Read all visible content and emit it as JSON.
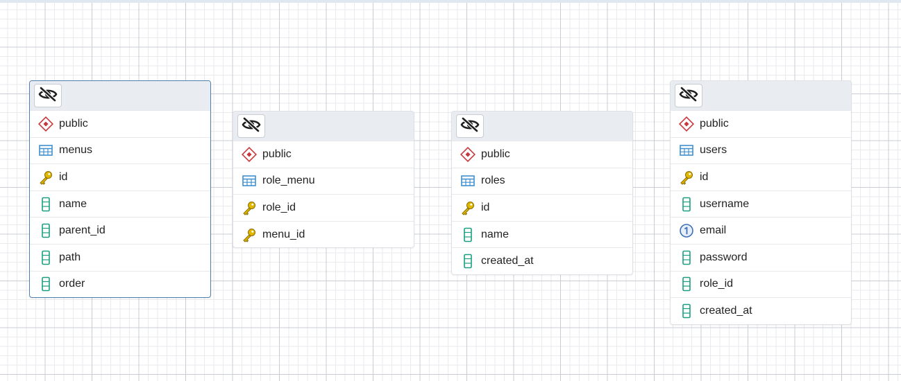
{
  "canvas": {
    "background": "#ffffff",
    "grid_color": "#c9cdd3"
  },
  "colors": {
    "schema": "#c8373a",
    "table": "#3d8fd1",
    "key": "#e0b800",
    "column": "#1a9e80",
    "unique": "#3c6fb8",
    "header": "#e9ecf0",
    "selected_border": "#4f7fae"
  },
  "nodes": [
    {
      "id": "menus",
      "selected": true,
      "header_icon": "eye-slash-icon",
      "rows": [
        {
          "icon": "schema-icon",
          "text": "public"
        },
        {
          "icon": "table-icon",
          "text": "menus"
        },
        {
          "icon": "key-icon",
          "text": "id"
        },
        {
          "icon": "column-icon",
          "text": "name"
        },
        {
          "icon": "column-icon",
          "text": "parent_id"
        },
        {
          "icon": "column-icon",
          "text": "path"
        },
        {
          "icon": "column-icon",
          "text": "order"
        }
      ]
    },
    {
      "id": "role_menu",
      "selected": false,
      "header_icon": "eye-slash-icon",
      "rows": [
        {
          "icon": "schema-icon",
          "text": "public"
        },
        {
          "icon": "table-icon",
          "text": "role_menu"
        },
        {
          "icon": "key-icon",
          "text": "role_id"
        },
        {
          "icon": "key-icon",
          "text": "menu_id"
        }
      ]
    },
    {
      "id": "roles",
      "selected": false,
      "header_icon": "eye-slash-icon",
      "rows": [
        {
          "icon": "schema-icon",
          "text": "public"
        },
        {
          "icon": "table-icon",
          "text": "roles"
        },
        {
          "icon": "key-icon",
          "text": "id"
        },
        {
          "icon": "column-icon",
          "text": "name"
        },
        {
          "icon": "column-icon",
          "text": "created_at"
        }
      ]
    },
    {
      "id": "users",
      "selected": false,
      "header_icon": "eye-slash-icon",
      "rows": [
        {
          "icon": "schema-icon",
          "text": "public"
        },
        {
          "icon": "table-icon",
          "text": "users"
        },
        {
          "icon": "key-icon",
          "text": "id"
        },
        {
          "icon": "column-icon",
          "text": "username"
        },
        {
          "icon": "unique-icon",
          "text": "email"
        },
        {
          "icon": "column-icon",
          "text": "password"
        },
        {
          "icon": "column-icon",
          "text": "role_id"
        },
        {
          "icon": "column-icon",
          "text": "created_at"
        }
      ]
    }
  ]
}
